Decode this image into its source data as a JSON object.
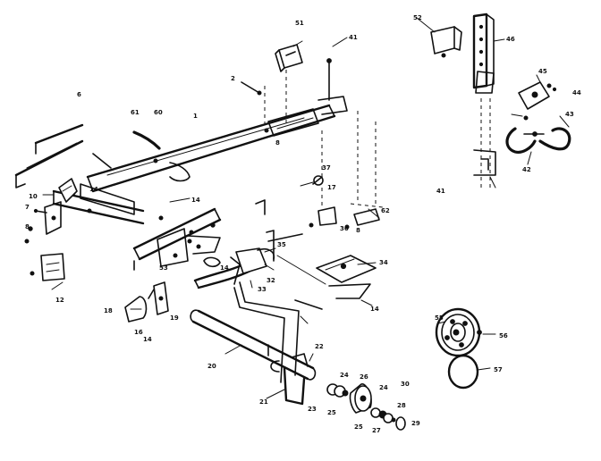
{
  "callouts": [
    {
      "id": "2",
      "text": "2"
    },
    {
      "id": "6",
      "text": "6"
    },
    {
      "id": "7",
      "text": "7"
    },
    {
      "id": "8a",
      "text": "8"
    },
    {
      "id": "8b",
      "text": "8"
    },
    {
      "id": "8c",
      "text": "8"
    },
    {
      "id": "10",
      "text": "10"
    },
    {
      "id": "12",
      "text": "12"
    },
    {
      "id": "14a",
      "text": "14"
    },
    {
      "id": "14b",
      "text": "14"
    },
    {
      "id": "14c",
      "text": "14"
    },
    {
      "id": "14d",
      "text": "14"
    },
    {
      "id": "14e",
      "text": "14"
    },
    {
      "id": "16",
      "text": "16"
    },
    {
      "id": "17",
      "text": "17"
    },
    {
      "id": "18",
      "text": "18"
    },
    {
      "id": "19",
      "text": "19"
    },
    {
      "id": "20",
      "text": "20"
    },
    {
      "id": "21",
      "text": "21"
    },
    {
      "id": "22",
      "text": "22"
    },
    {
      "id": "23",
      "text": "23"
    },
    {
      "id": "24a",
      "text": "24"
    },
    {
      "id": "24b",
      "text": "24"
    },
    {
      "id": "25a",
      "text": "25"
    },
    {
      "id": "25b",
      "text": "25"
    },
    {
      "id": "26",
      "text": "26"
    },
    {
      "id": "27",
      "text": "27"
    },
    {
      "id": "28",
      "text": "28"
    },
    {
      "id": "29",
      "text": "29"
    },
    {
      "id": "30",
      "text": "30"
    },
    {
      "id": "32",
      "text": "32"
    },
    {
      "id": "33",
      "text": "33"
    },
    {
      "id": "34",
      "text": "34"
    },
    {
      "id": "35",
      "text": "35"
    },
    {
      "id": "36",
      "text": "36"
    },
    {
      "id": "37",
      "text": "37"
    },
    {
      "id": "41a",
      "text": "41"
    },
    {
      "id": "41b",
      "text": "41"
    },
    {
      "id": "42",
      "text": "42"
    },
    {
      "id": "43",
      "text": "43"
    },
    {
      "id": "44",
      "text": "44"
    },
    {
      "id": "45",
      "text": "45"
    },
    {
      "id": "46",
      "text": "46"
    },
    {
      "id": "51",
      "text": "51"
    },
    {
      "id": "52",
      "text": "52"
    },
    {
      "id": "53",
      "text": "53"
    },
    {
      "id": "55",
      "text": "55"
    },
    {
      "id": "56",
      "text": "56"
    },
    {
      "id": "57",
      "text": "57"
    },
    {
      "id": "60",
      "text": "60"
    },
    {
      "id": "61",
      "text": "61"
    },
    {
      "id": "62",
      "text": "62"
    },
    {
      "id": "1",
      "text": "1"
    }
  ]
}
